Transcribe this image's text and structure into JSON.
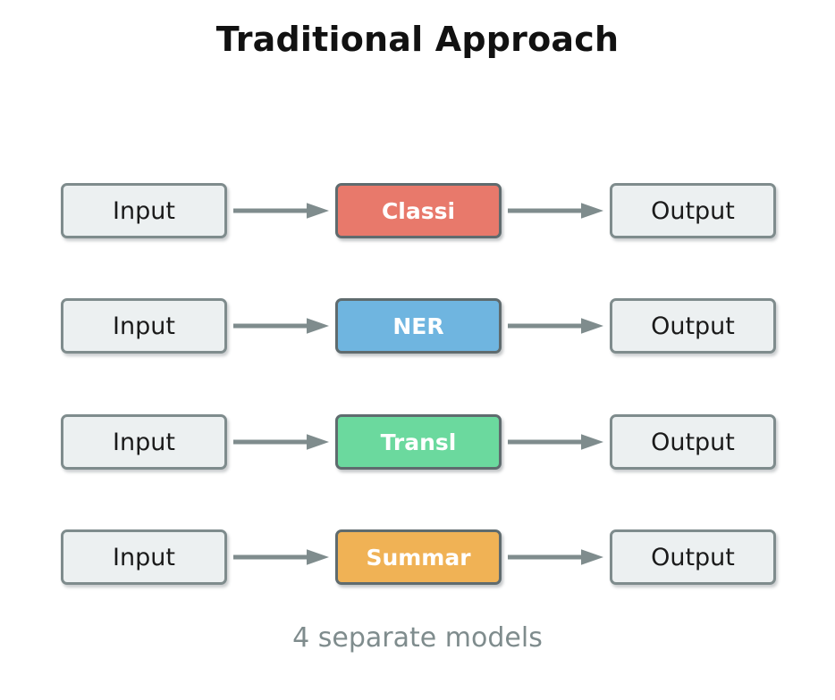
{
  "diagram": {
    "title": "Traditional Approach",
    "caption": "4 separate models",
    "background_color": "#FFFFFF",
    "title_color": "#111111",
    "caption_color": "#7F8C8D",
    "io_box_fill": "#ECF0F1",
    "io_box_border": "#7F8C8D",
    "io_text_color": "#1A1A1A",
    "model_box_border": "#5F6B6E",
    "model_text_color": "#FFFFFF",
    "arrow_color": "#7F8C8D",
    "rows": [
      {
        "input_label": "Input",
        "model_label": "Classi",
        "model_color": "#E8796B",
        "output_label": "Output",
        "arrow_in_name": "arrow-input-to-classi",
        "arrow_out_name": "arrow-classi-to-output"
      },
      {
        "input_label": "Input",
        "model_label": "NER",
        "model_color": "#6FB5E0",
        "output_label": "Output",
        "arrow_in_name": "arrow-input-to-ner",
        "arrow_out_name": "arrow-ner-to-output"
      },
      {
        "input_label": "Input",
        "model_label": "Transl",
        "model_color": "#6BD99E",
        "output_label": "Output",
        "arrow_in_name": "arrow-input-to-transl",
        "arrow_out_name": "arrow-transl-to-output"
      },
      {
        "input_label": "Input",
        "model_label": "Summar",
        "model_color": "#F0B255",
        "output_label": "Output",
        "arrow_in_name": "arrow-input-to-summar",
        "arrow_out_name": "arrow-summar-to-output"
      }
    ]
  }
}
